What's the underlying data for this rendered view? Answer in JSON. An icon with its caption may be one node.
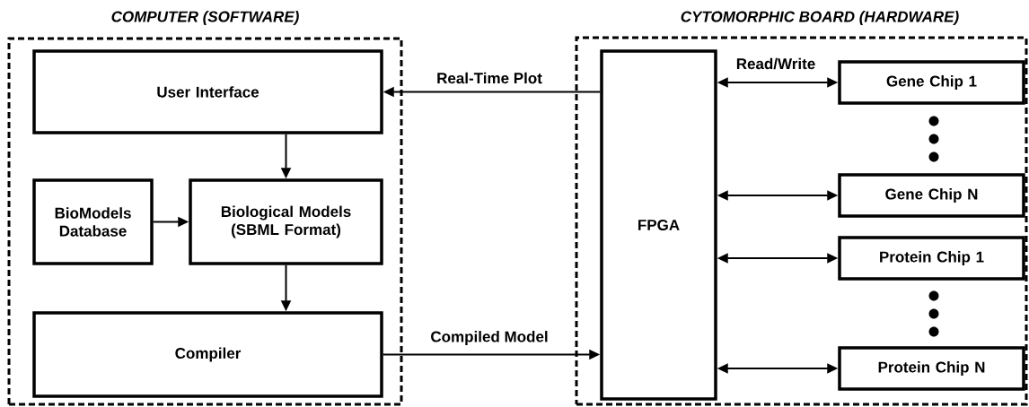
{
  "diagram": {
    "nodes": [
      {
        "text": [
          "COMPUTER (SOFTWARE)"
        ]
      },
      {
        "text": [
          "User Interface"
        ],
        "in": 0
      },
      {
        "text": [
          "BioModels Database"
        ],
        "in": 0
      },
      {
        "text": [
          "Biological Models (SBML Format)"
        ],
        "in": 0
      },
      {
        "text": [
          "Compiler"
        ],
        "in": 0
      },
      {
        "text": [
          "CYTOMORPHIC BOARD (HARDWARE)"
        ]
      },
      {
        "text": [
          "FPGA"
        ],
        "in": 5
      },
      {
        "text": [
          "Gene Chip 1"
        ],
        "in": 5
      },
      {
        "text": [
          "Gene Chip N"
        ],
        "in": 5
      },
      {
        "text": [
          "Protein Chip 1"
        ],
        "in": 5
      },
      {
        "text": [
          "Protein Chip N"
        ],
        "in": 5
      }
    ],
    "edges": [
      {
        "from": 6,
        "to": 1,
        "arrow": "to",
        "label": "Real-Time Plot"
      },
      {
        "from": 1,
        "to": 3,
        "arrow": "to"
      },
      {
        "from": 2,
        "to": 3,
        "arrow": "to"
      },
      {
        "from": 3,
        "to": 4,
        "arrow": "to"
      },
      {
        "from": 4,
        "to": 6,
        "arrow": "to",
        "label": "Compiled Model"
      },
      {
        "from": 6,
        "to": 7,
        "arrow": "both",
        "label": "Read/Write"
      },
      {
        "from": 6,
        "to": 8,
        "arrow": "both"
      },
      {
        "from": 6,
        "to": 9,
        "arrow": "both"
      },
      {
        "from": 6,
        "to": 10,
        "arrow": "both"
      }
    ]
  }
}
